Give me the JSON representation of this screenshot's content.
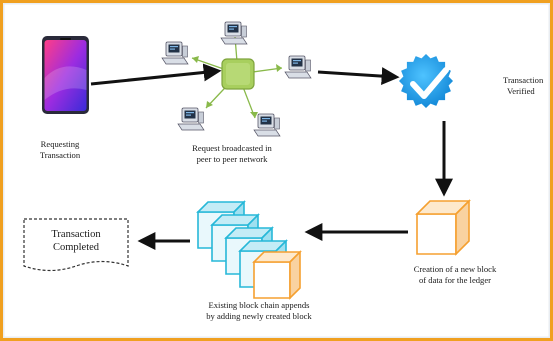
{
  "diagram": {
    "steps": {
      "request": {
        "line1": "Requesting",
        "line2": "Transaction"
      },
      "broadcast": {
        "line1": "Request broadcasted in",
        "line2": "peer to peer network"
      },
      "verified": {
        "line1": "Transaction",
        "line2": "Verified"
      },
      "new_block": {
        "line1": "Creation of a new block",
        "line2": "of data for the ledger"
      },
      "append": {
        "line1": "Existing block chain appends",
        "line2": "by adding newly created block"
      },
      "completed": {
        "line1": "Transaction",
        "line2": "Completed"
      }
    },
    "colors": {
      "frame_orange": "#f0a020",
      "background": "#e9edf2",
      "arrow": "#111111",
      "phone_gradient_start": "#ff3d87",
      "phone_gradient_end": "#3a2bd8",
      "hub_green": "#a8cf5e",
      "spoke_green": "#89b94a",
      "check_blue": "#1f9ee8",
      "block_cyan": "#27b8d8",
      "block_orange": "#f5a030"
    },
    "icons": [
      "smartphone-icon",
      "network-hub-icon",
      "computer-icon",
      "verified-checkmark-icon",
      "block-icon",
      "blockchain-icon"
    ]
  }
}
